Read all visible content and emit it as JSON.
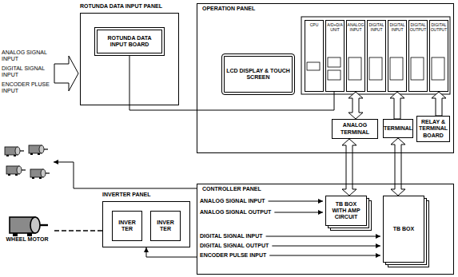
{
  "diagram": {
    "nodes": [
      {
        "text": [
          "ROTUNDA DATA INPUT PANEL"
        ]
      },
      {
        "text": [
          "ROTUNDA DATA INPUT BOARD"
        ],
        "in": 0
      },
      {
        "text": [
          "OPERATION PANEL"
        ]
      },
      {
        "text": [
          "LCD DISPLAY & TOUCH SCREEN"
        ],
        "in": 2
      },
      {
        "text": [
          "CPU"
        ],
        "in": 2
      },
      {
        "text": [
          "A/D+D/A UNIT"
        ],
        "in": 2
      },
      {
        "text": [
          "ANALOG INPUT"
        ],
        "in": 2
      },
      {
        "text": [
          "DIGITAL INPUT"
        ],
        "in": 2
      },
      {
        "text": [
          "DIGITAL INPUT"
        ],
        "in": 2
      },
      {
        "text": [
          "DIGITAL OUTPUT"
        ],
        "in": 2
      },
      {
        "text": [
          "DIGITAL OUTPUT"
        ],
        "in": 2
      },
      {
        "text": [
          "ANALOG TERMINAL"
        ],
        "in": 2
      },
      {
        "text": [
          "TERMINAL"
        ],
        "in": 2
      },
      {
        "text": [
          "RELAY & TERMINAL BOARD"
        ],
        "in": 2
      },
      {
        "text": [
          "INVERTER PANEL"
        ]
      },
      {
        "text": [
          "INVER TER"
        ],
        "in": 14
      },
      {
        "text": [
          "INVER TER"
        ],
        "in": 14
      },
      {
        "text": [
          "CONTROLLER PANEL"
        ]
      },
      {
        "text": [
          "TB BOX WITH AMP CIRCUIT"
        ],
        "in": 17
      },
      {
        "text": [
          "TB BOX"
        ],
        "in": 17
      },
      {
        "text": [
          "WHEEL MOTOR"
        ]
      }
    ],
    "edges": [
      {
        "from": 1,
        "to": 5,
        "arrow": "none"
      },
      {
        "from": 11,
        "to": 6,
        "arrow": "both"
      },
      {
        "from": 12,
        "to": 8,
        "arrow": "to"
      },
      {
        "from": 13,
        "to": 10,
        "arrow": "to"
      },
      {
        "from": 11,
        "to": 18,
        "arrow": "both"
      },
      {
        "from": 12,
        "to": 19,
        "arrow": "both"
      },
      {
        "from": 17,
        "to": 14,
        "arrow": "to"
      },
      {
        "from": 14,
        "to": 20,
        "arrow": "none"
      }
    ],
    "labels": [
      "ANALOG SIGNAL INPUT",
      "DIGITAL SIGNAL INPUT",
      "ENCODER PLUSE INPUT",
      "ANALOG SIGNAL INPUT",
      "ANALOG SIGNAL OUTPUT",
      "DIGITAL SIGNAL INPUT",
      "DIGITAL SIGNAL OUTPUT",
      "ENCODER PULSE INPUT"
    ]
  }
}
